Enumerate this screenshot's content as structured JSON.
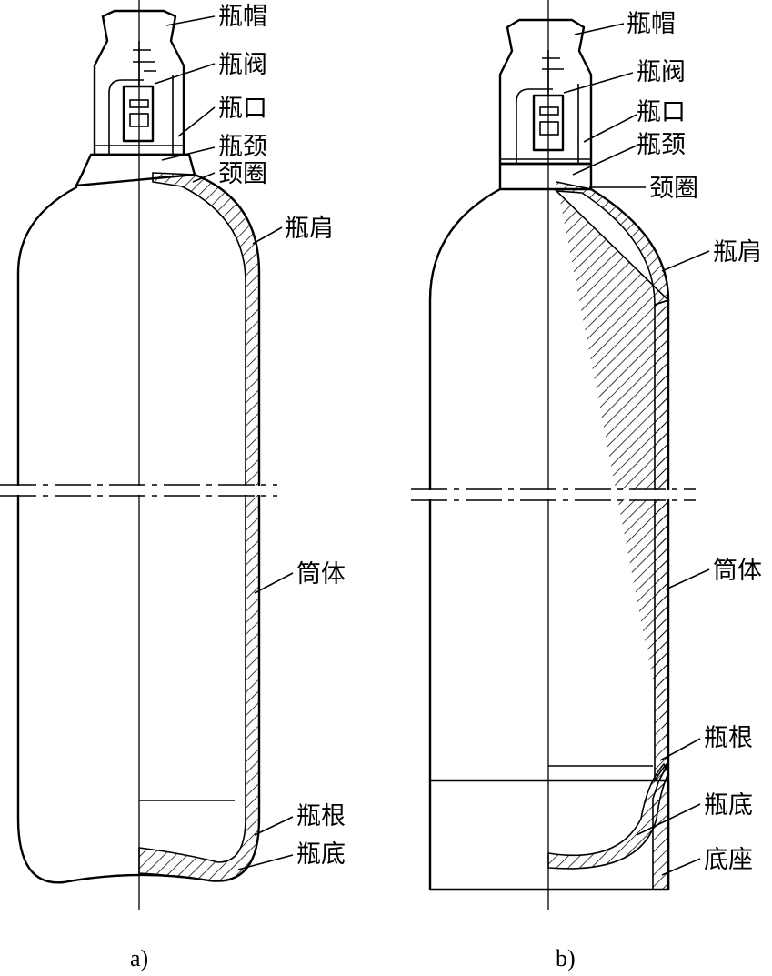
{
  "figure_a": {
    "caption": "a)",
    "labels": {
      "cap": "瓶帽",
      "valve": "瓶阀",
      "mouth": "瓶口",
      "neck": "瓶颈",
      "collar": "颈圈",
      "shoulder": "瓶肩",
      "body": "筒体",
      "root": "瓶根",
      "bottom": "瓶底"
    }
  },
  "figure_b": {
    "caption": "b)",
    "labels": {
      "cap": "瓶帽",
      "valve": "瓶阀",
      "mouth": "瓶口",
      "neck": "瓶颈",
      "collar": "颈圈",
      "shoulder": "瓶肩",
      "body": "筒体",
      "root": "瓶根",
      "bottom": "瓶底",
      "base": "底座"
    }
  }
}
